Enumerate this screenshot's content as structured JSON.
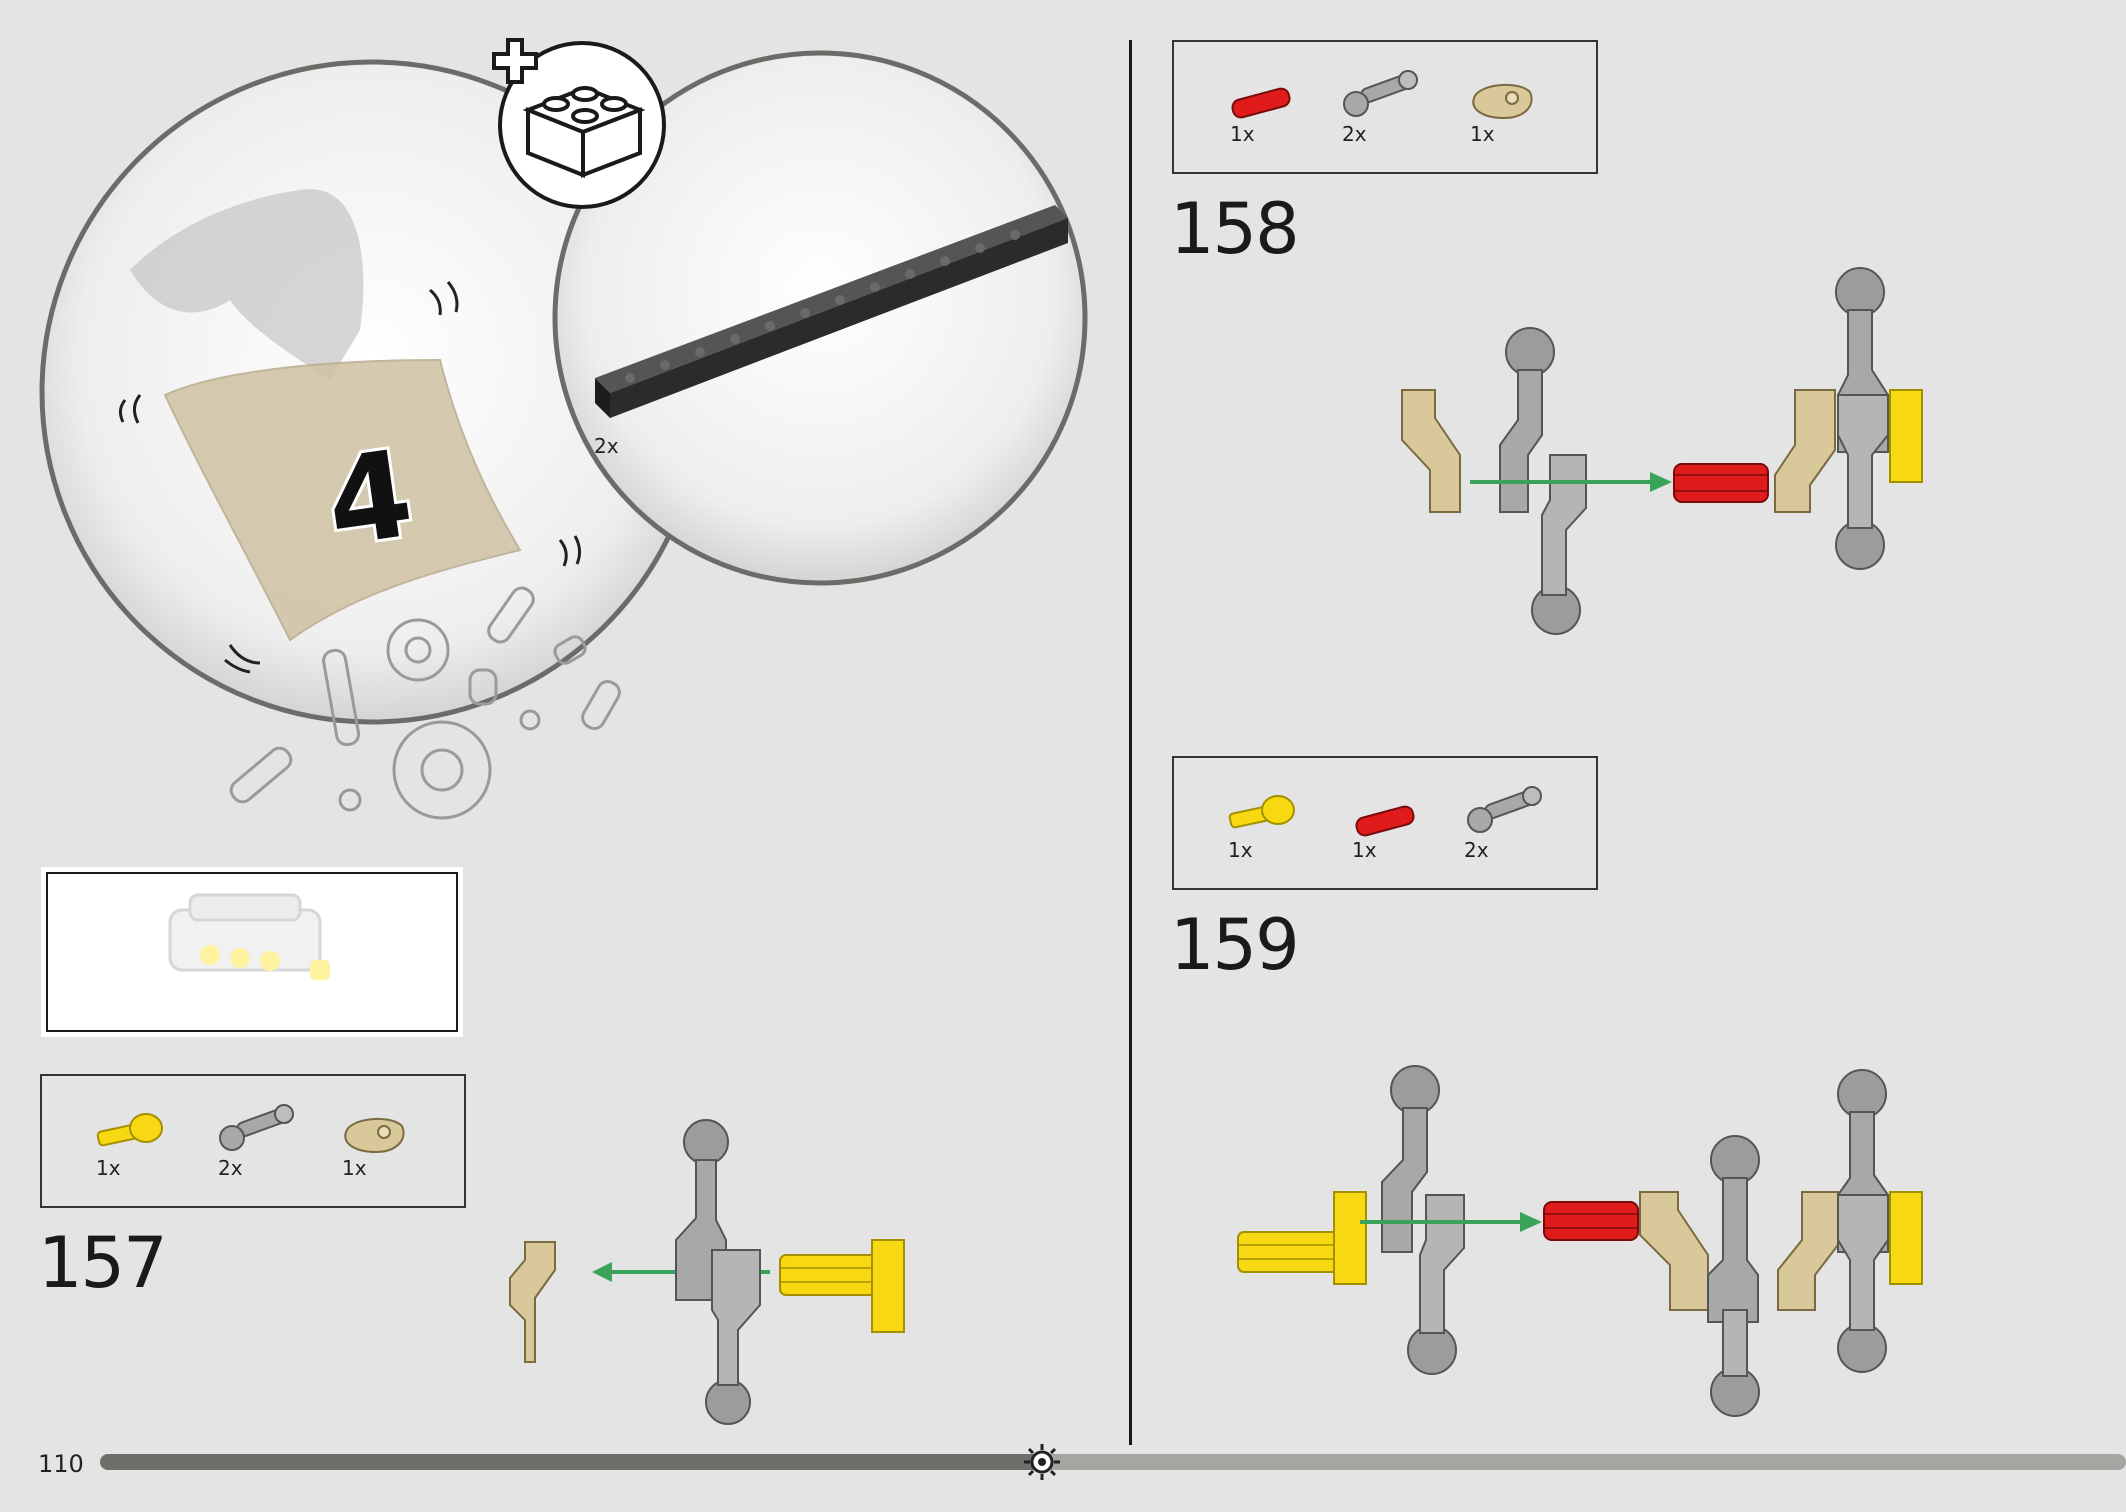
{
  "page": {
    "number": "110",
    "progress": 0.465
  },
  "bag_callout": {
    "bag_number": "4",
    "beam_qty": "2x"
  },
  "steps": [
    {
      "number": "157",
      "parts": [
        {
          "name": "yellow-axle-pin-icon",
          "qty": "1x"
        },
        {
          "name": "grey-crank-arm-icon",
          "qty": "2x"
        },
        {
          "name": "tan-connector-icon",
          "qty": "1x"
        }
      ]
    },
    {
      "number": "158",
      "parts": [
        {
          "name": "red-pin-icon",
          "qty": "1x"
        },
        {
          "name": "grey-crank-arm-icon",
          "qty": "2x"
        },
        {
          "name": "tan-connector-icon",
          "qty": "1x"
        }
      ]
    },
    {
      "number": "159",
      "parts": [
        {
          "name": "yellow-axle-pin-icon",
          "qty": "1x"
        },
        {
          "name": "red-pin-icon",
          "qty": "1x"
        },
        {
          "name": "grey-crank-arm-icon",
          "qty": "2x"
        }
      ]
    }
  ],
  "colors": {
    "background": "#e4e4e4",
    "tan": "#d9c99a",
    "grey": "#a8a8a8",
    "red": "#e01b1b",
    "yellow": "#f7d812",
    "green_arrow": "#3aa35a",
    "beam": "#2b2b2b"
  }
}
